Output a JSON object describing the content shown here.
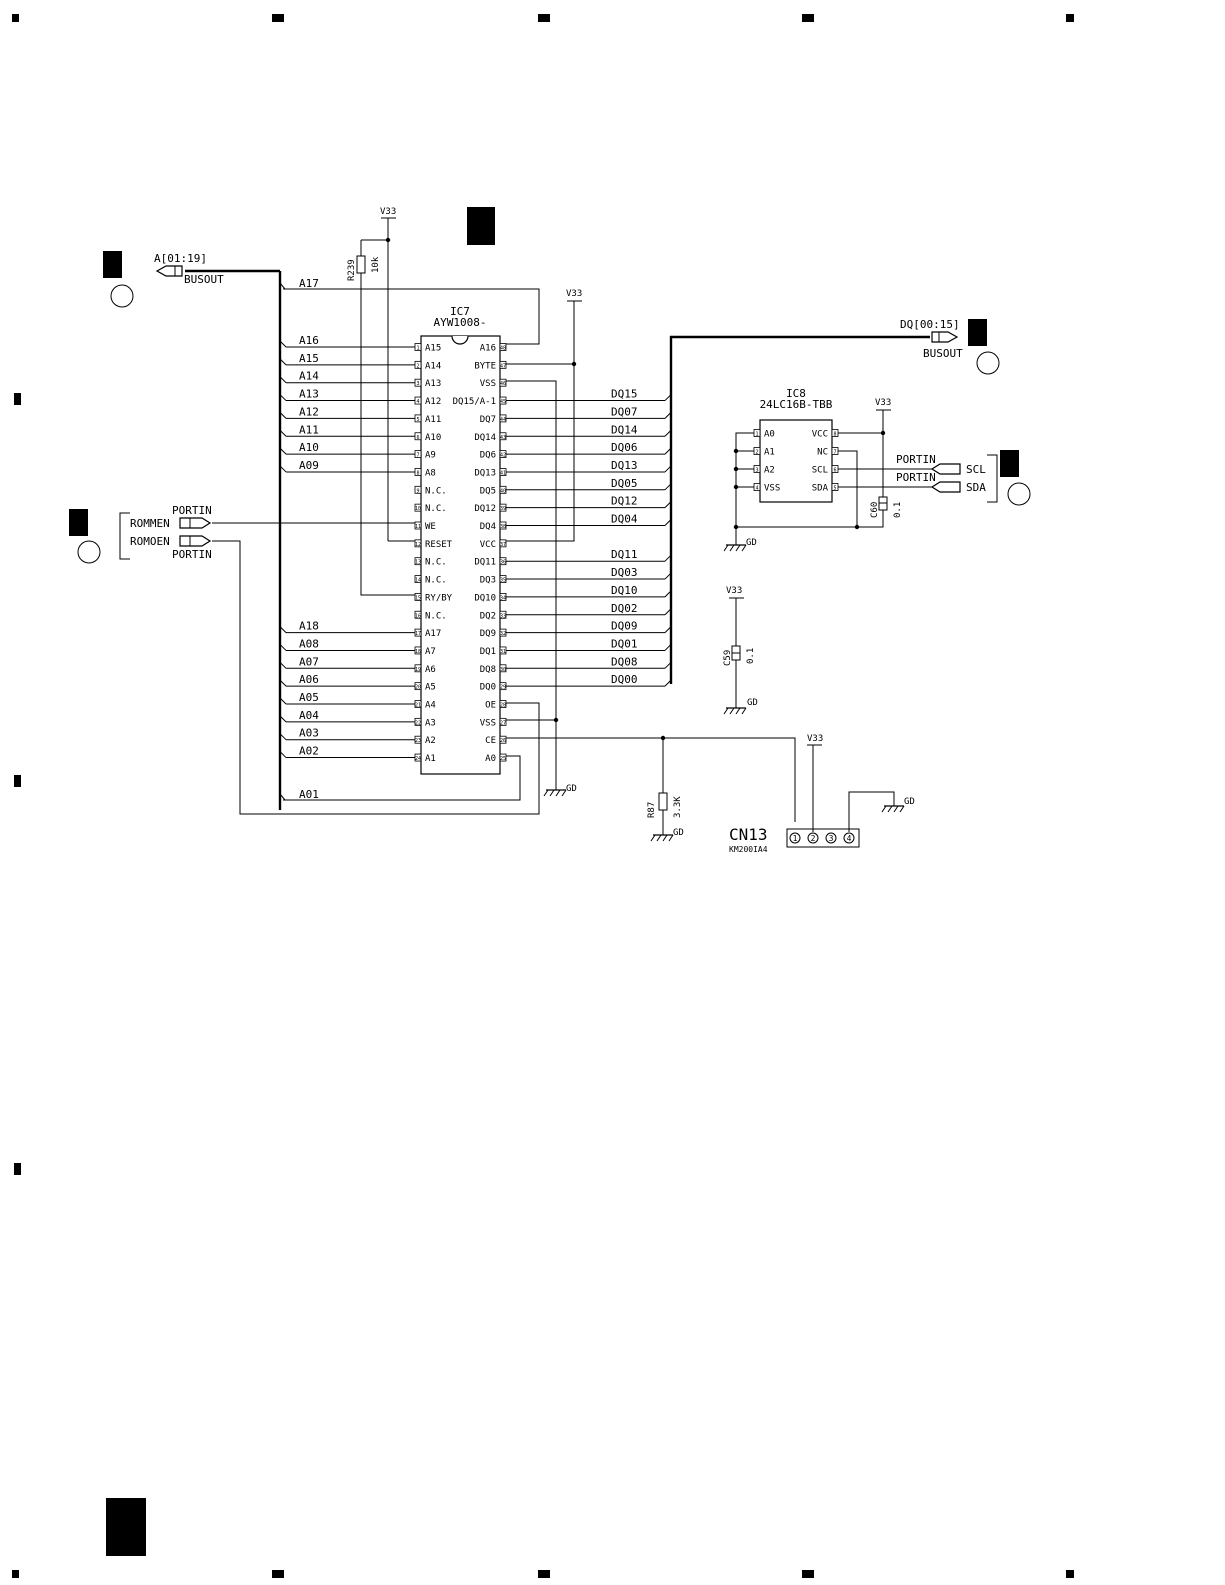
{
  "ic7": {
    "ref": "IC7",
    "part": "AYW1008-",
    "left_pins": [
      {
        "num": "1",
        "name": "A15"
      },
      {
        "num": "2",
        "name": "A14"
      },
      {
        "num": "3",
        "name": "A13"
      },
      {
        "num": "4",
        "name": "A12"
      },
      {
        "num": "5",
        "name": "A11"
      },
      {
        "num": "6",
        "name": "A10"
      },
      {
        "num": "7",
        "name": "A9"
      },
      {
        "num": "8",
        "name": "A8"
      },
      {
        "num": "9",
        "name": "N.C."
      },
      {
        "num": "10",
        "name": "N.C."
      },
      {
        "num": "11",
        "name": "WE"
      },
      {
        "num": "12",
        "name": "RESET"
      },
      {
        "num": "13",
        "name": "N.C."
      },
      {
        "num": "14",
        "name": "N.C."
      },
      {
        "num": "15",
        "name": "RY/BY"
      },
      {
        "num": "16",
        "name": "N.C."
      },
      {
        "num": "17",
        "name": "A17"
      },
      {
        "num": "18",
        "name": "A7"
      },
      {
        "num": "19",
        "name": "A6"
      },
      {
        "num": "20",
        "name": "A5"
      },
      {
        "num": "21",
        "name": "A4"
      },
      {
        "num": "22",
        "name": "A3"
      },
      {
        "num": "23",
        "name": "A2"
      },
      {
        "num": "24",
        "name": "A1"
      }
    ],
    "right_pins": [
      {
        "num": "48",
        "name": "A16"
      },
      {
        "num": "47",
        "name": "BYTE"
      },
      {
        "num": "46",
        "name": "VSS"
      },
      {
        "num": "45",
        "name": "DQ15/A-1"
      },
      {
        "num": "44",
        "name": "DQ7"
      },
      {
        "num": "43",
        "name": "DQ14"
      },
      {
        "num": "42",
        "name": "DQ6"
      },
      {
        "num": "41",
        "name": "DQ13"
      },
      {
        "num": "40",
        "name": "DQ5"
      },
      {
        "num": "39",
        "name": "DQ12"
      },
      {
        "num": "38",
        "name": "DQ4"
      },
      {
        "num": "37",
        "name": "VCC"
      },
      {
        "num": "36",
        "name": "DQ11"
      },
      {
        "num": "35",
        "name": "DQ3"
      },
      {
        "num": "34",
        "name": "DQ10"
      },
      {
        "num": "33",
        "name": "DQ2"
      },
      {
        "num": "32",
        "name": "DQ9"
      },
      {
        "num": "31",
        "name": "DQ1"
      },
      {
        "num": "30",
        "name": "DQ8"
      },
      {
        "num": "29",
        "name": "DQ0"
      },
      {
        "num": "28",
        "name": "OE"
      },
      {
        "num": "27",
        "name": "VSS"
      },
      {
        "num": "26",
        "name": "CE"
      },
      {
        "num": "25",
        "name": "A0"
      }
    ]
  },
  "ic8": {
    "ref": "IC8",
    "part": "24LC16B-TBB",
    "left_pins": [
      {
        "num": "1",
        "name": "A0"
      },
      {
        "num": "2",
        "name": "A1"
      },
      {
        "num": "3",
        "name": "A2"
      },
      {
        "num": "4",
        "name": "VSS"
      }
    ],
    "right_pins": [
      {
        "num": "8",
        "name": "VCC"
      },
      {
        "num": "7",
        "name": "NC"
      },
      {
        "num": "6",
        "name": "SCL"
      },
      {
        "num": "5",
        "name": "SDA"
      }
    ]
  },
  "addr_bus": {
    "name": "A[01:19]",
    "type": "BUSOUT",
    "nets": [
      "A17",
      "A16",
      "A15",
      "A14",
      "A13",
      "A12",
      "A11",
      "A10",
      "A09",
      "A18",
      "A08",
      "A07",
      "A06",
      "A05",
      "A04",
      "A03",
      "A02",
      "A01"
    ]
  },
  "data_bus": {
    "name": "DQ[00:15]",
    "type": "BUSOUT",
    "nets": [
      "DQ15",
      "DQ07",
      "DQ14",
      "DQ06",
      "DQ13",
      "DQ05",
      "DQ12",
      "DQ04",
      "DQ11",
      "DQ03",
      "DQ10",
      "DQ02",
      "DQ09",
      "DQ01",
      "DQ08",
      "DQ00"
    ]
  },
  "ports": {
    "rommen": "ROMMEN",
    "romoen": "ROMOEN",
    "scl": "SCL",
    "sda": "SDA",
    "portin": "PORTIN"
  },
  "r239": {
    "ref": "R239",
    "value": "10k"
  },
  "r87": {
    "ref": "R87",
    "value": "3.3K"
  },
  "c59": {
    "ref": "C59",
    "value": "0.1"
  },
  "c60": {
    "ref": "C60",
    "value": "0.1"
  },
  "cn13": {
    "ref": "CN13",
    "part": "KM200IA4",
    "pins": [
      "1",
      "2",
      "3",
      "4"
    ]
  },
  "power": {
    "v33": "V33",
    "gd": "GD"
  }
}
